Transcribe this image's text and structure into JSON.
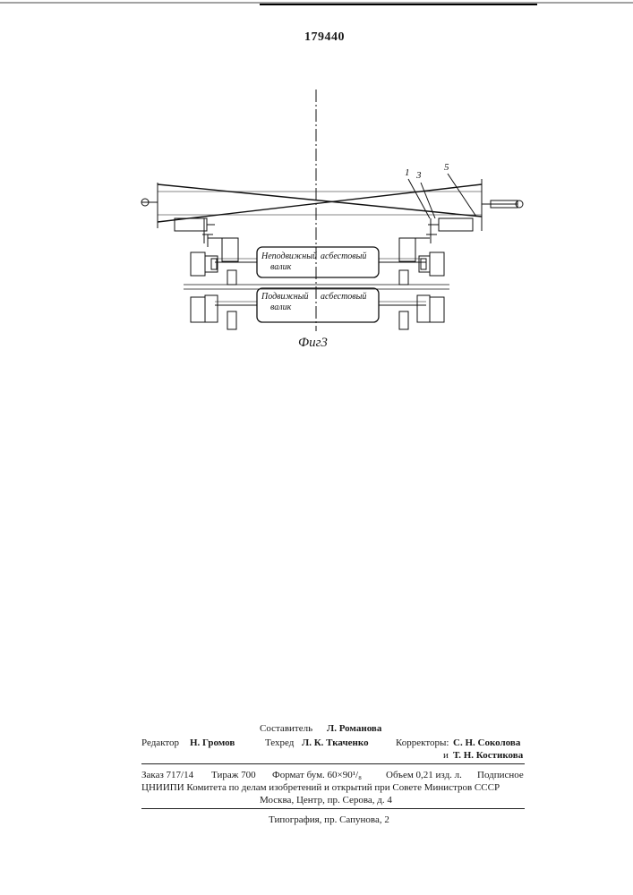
{
  "header": {
    "patent_number": "179440"
  },
  "figure": {
    "caption": "Фиг3",
    "callouts": [
      "1",
      "3",
      "5"
    ],
    "roll_top_left": "Неподвижный",
    "roll_top_left2": "валик",
    "roll_top_right": "асбестовый",
    "roll_bottom_left": "Подвижный",
    "roll_bottom_left2": "валик",
    "roll_bottom_right": "асбестовый"
  },
  "credits": {
    "compiler_label": "Составитель",
    "compiler_name": "Л. Романова",
    "editor_label": "Редактор",
    "editor_name": "Н. Громов",
    "techred_label": "Техред",
    "techred_name": "Л. К. Ткаченко",
    "proof_label": "Корректоры:",
    "proof_name1": "С. Н. Соколова",
    "proof_and": "и",
    "proof_name2": "Т. Н. Костикова"
  },
  "imprint": {
    "line1_order": "Заказ 717/14",
    "line1_run": "Тираж 700",
    "line1_format": "Формат бум. 60×90¹/₈",
    "line1_volume": "Объем 0,21 изд. л.",
    "line1_sub": "Подписное",
    "line2": "ЦНИИПИ Комитета по делам изобретений и открытий при Совете Министров СССР",
    "line3": "Москва, Центр, пр. Серова, д. 4",
    "printer": "Типография, пр. Сапунова, 2"
  }
}
